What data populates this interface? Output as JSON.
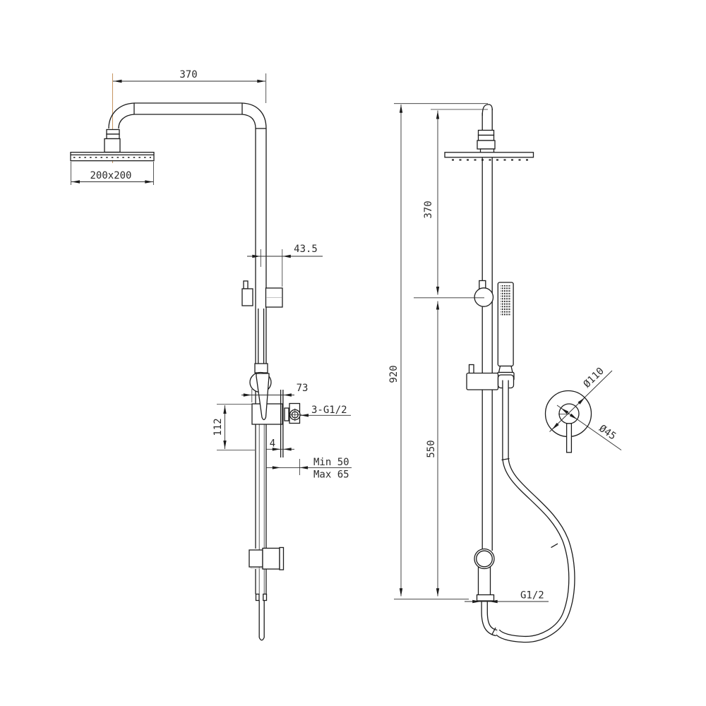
{
  "drawing": {
    "type": "technical-dimension-drawing",
    "subject": "shower column with rain head, hand shower and concealed mixer",
    "colors": {
      "line": "#1c1c1c",
      "centerline": "#c08a4e",
      "background": "#ffffff"
    },
    "labels": {
      "front": {
        "arm_width": "370",
        "head_size": "200x200",
        "rail_offset": "43.5",
        "valve_width": "73",
        "outlets": "3-G1/2",
        "valve_height": "112",
        "plate_thickness": "4",
        "depth_min": "Min 50",
        "depth_max": "Max 65"
      },
      "side": {
        "total_height": "920",
        "upper_height": "370",
        "lower_height": "550",
        "outlet_thread": "G1/2"
      },
      "detail": {
        "outer_diameter": "Ø110",
        "inner_diameter": "Ø45"
      }
    }
  }
}
